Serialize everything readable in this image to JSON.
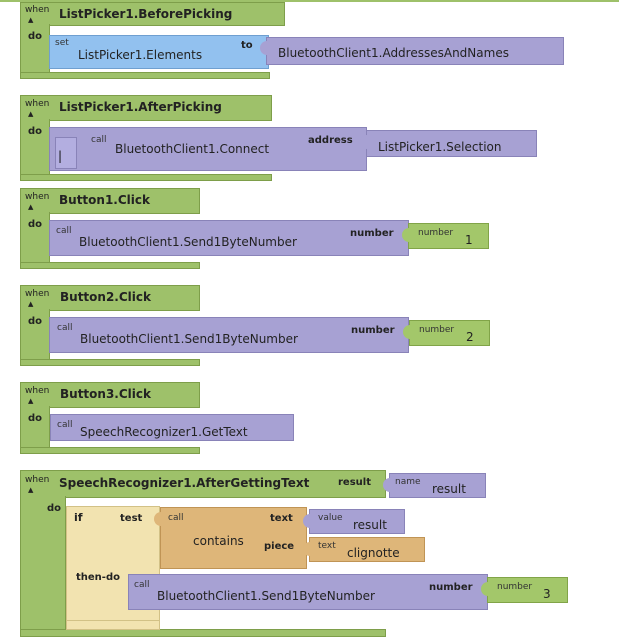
{
  "kw": {
    "when": "when",
    "do": "do",
    "set": "set",
    "to": "to",
    "call": "call",
    "address": "address",
    "number": "number",
    "result": "result",
    "name": "name",
    "if": "if",
    "test": "test",
    "then_do": "then-do",
    "text": "text",
    "value": "value",
    "piece": "piece"
  },
  "b1": {
    "event": "ListPicker1.BeforePicking",
    "prop": "ListPicker1.Elements",
    "value": "BluetoothClient1.AddressesAndNames"
  },
  "b2": {
    "event": "ListPicker1.AfterPicking",
    "method": "BluetoothClient1.Connect",
    "arg": "ListPicker1.Selection"
  },
  "b3": {
    "event": "Button1.Click",
    "method": "BluetoothClient1.Send1ByteNumber",
    "num": "1"
  },
  "b4": {
    "event": "Button2.Click",
    "method": "BluetoothClient1.Send1ByteNumber",
    "num": "2"
  },
  "b5": {
    "event": "Button3.Click",
    "method": "SpeechRecognizer1.GetText"
  },
  "b6": {
    "event": "SpeechRecognizer1.AfterGettingText",
    "param": "result",
    "contains": "contains",
    "text_value": "clignotte",
    "method": "BluetoothClient1.Send1ByteNumber",
    "num": "3"
  }
}
